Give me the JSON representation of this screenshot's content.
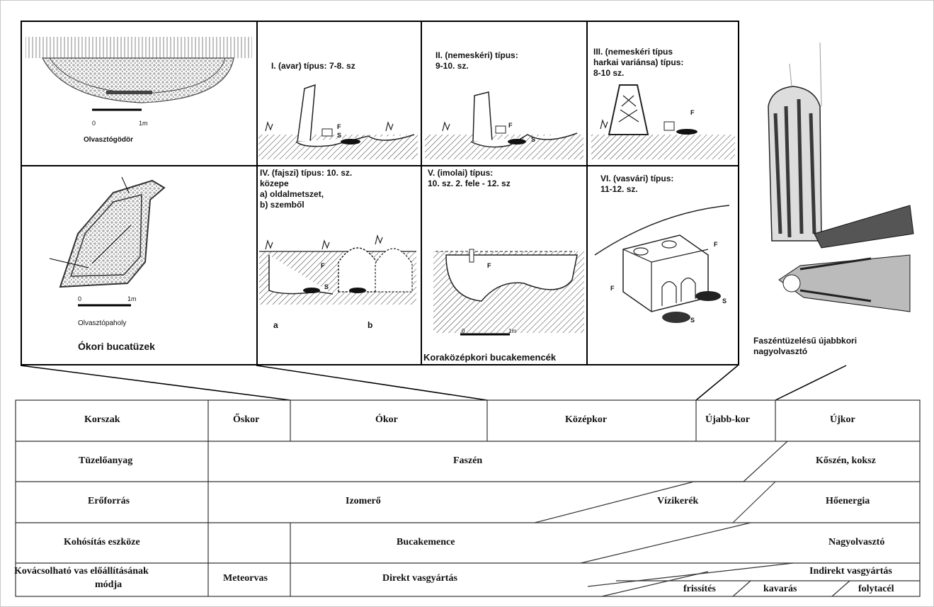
{
  "top_panels": {
    "olvasztogodor": "Olvasztógödör",
    "olvasztopaholy": "Olvasztópaholy",
    "okori_bucatuzek": "Ókori bucatüzek",
    "type1": "I. (avar) típus: 7-8. sz",
    "type2": "II. (nemeskéri) típus:\n9-10. sz.",
    "type3": "III. (nemeskéri típus\nharkai variánsa) típus:\n8-10 sz.",
    "type4": "IV. (fajszi) típus: 10. sz.\nközepe\na) oldalmetszet,\nb) szemből",
    "type4_a": "a",
    "type4_b": "b",
    "type5": "V. (imolai) típus:\n10. sz. 2. fele - 12. sz",
    "type6": "VI. (vasvári) típus:\n11-12. sz.",
    "korakozepkori": "Koraközépkori bucakemencék",
    "faszen_nagyolvaszto": "Faszéntüzelésű újabbkori\nnagyolvasztó",
    "scale_0": "0",
    "scale_1m": "1m",
    "mark_F": "F",
    "mark_S": "S"
  },
  "table": {
    "row_korszak": {
      "label": "Korszak",
      "oskor": "Őskor",
      "okor": "Ókor",
      "kozepkor": "Középkor",
      "ujabb_kor": "Újabb-kor",
      "ujkor": "Újkor"
    },
    "row_tuzeloanyag": {
      "label": "Tüzelőanyag",
      "faszen": "Faszén",
      "koszen": "Kőszén, koksz"
    },
    "row_eroforras": {
      "label": "Erőforrás",
      "izomero": "Izomerő",
      "vizikerek": "Vízikerék",
      "hoenergia": "Hőenergia"
    },
    "row_kohositas": {
      "label": "Kohósítás eszköze",
      "bucakemence": "Bucakemence",
      "nagyolvaszto": "Nagyolvasztó"
    },
    "row_kovacsolhato": {
      "label_line1": "Kovácsolható vas előállításának",
      "label_line2": "módja",
      "meteorvas": "Meteorvas",
      "direkt": "Direkt vasgyártás",
      "indirekt": "Indirekt vasgyártás",
      "frissites": "frissítés",
      "kavaras": "kavarás",
      "folytacel": "folytacél"
    }
  }
}
